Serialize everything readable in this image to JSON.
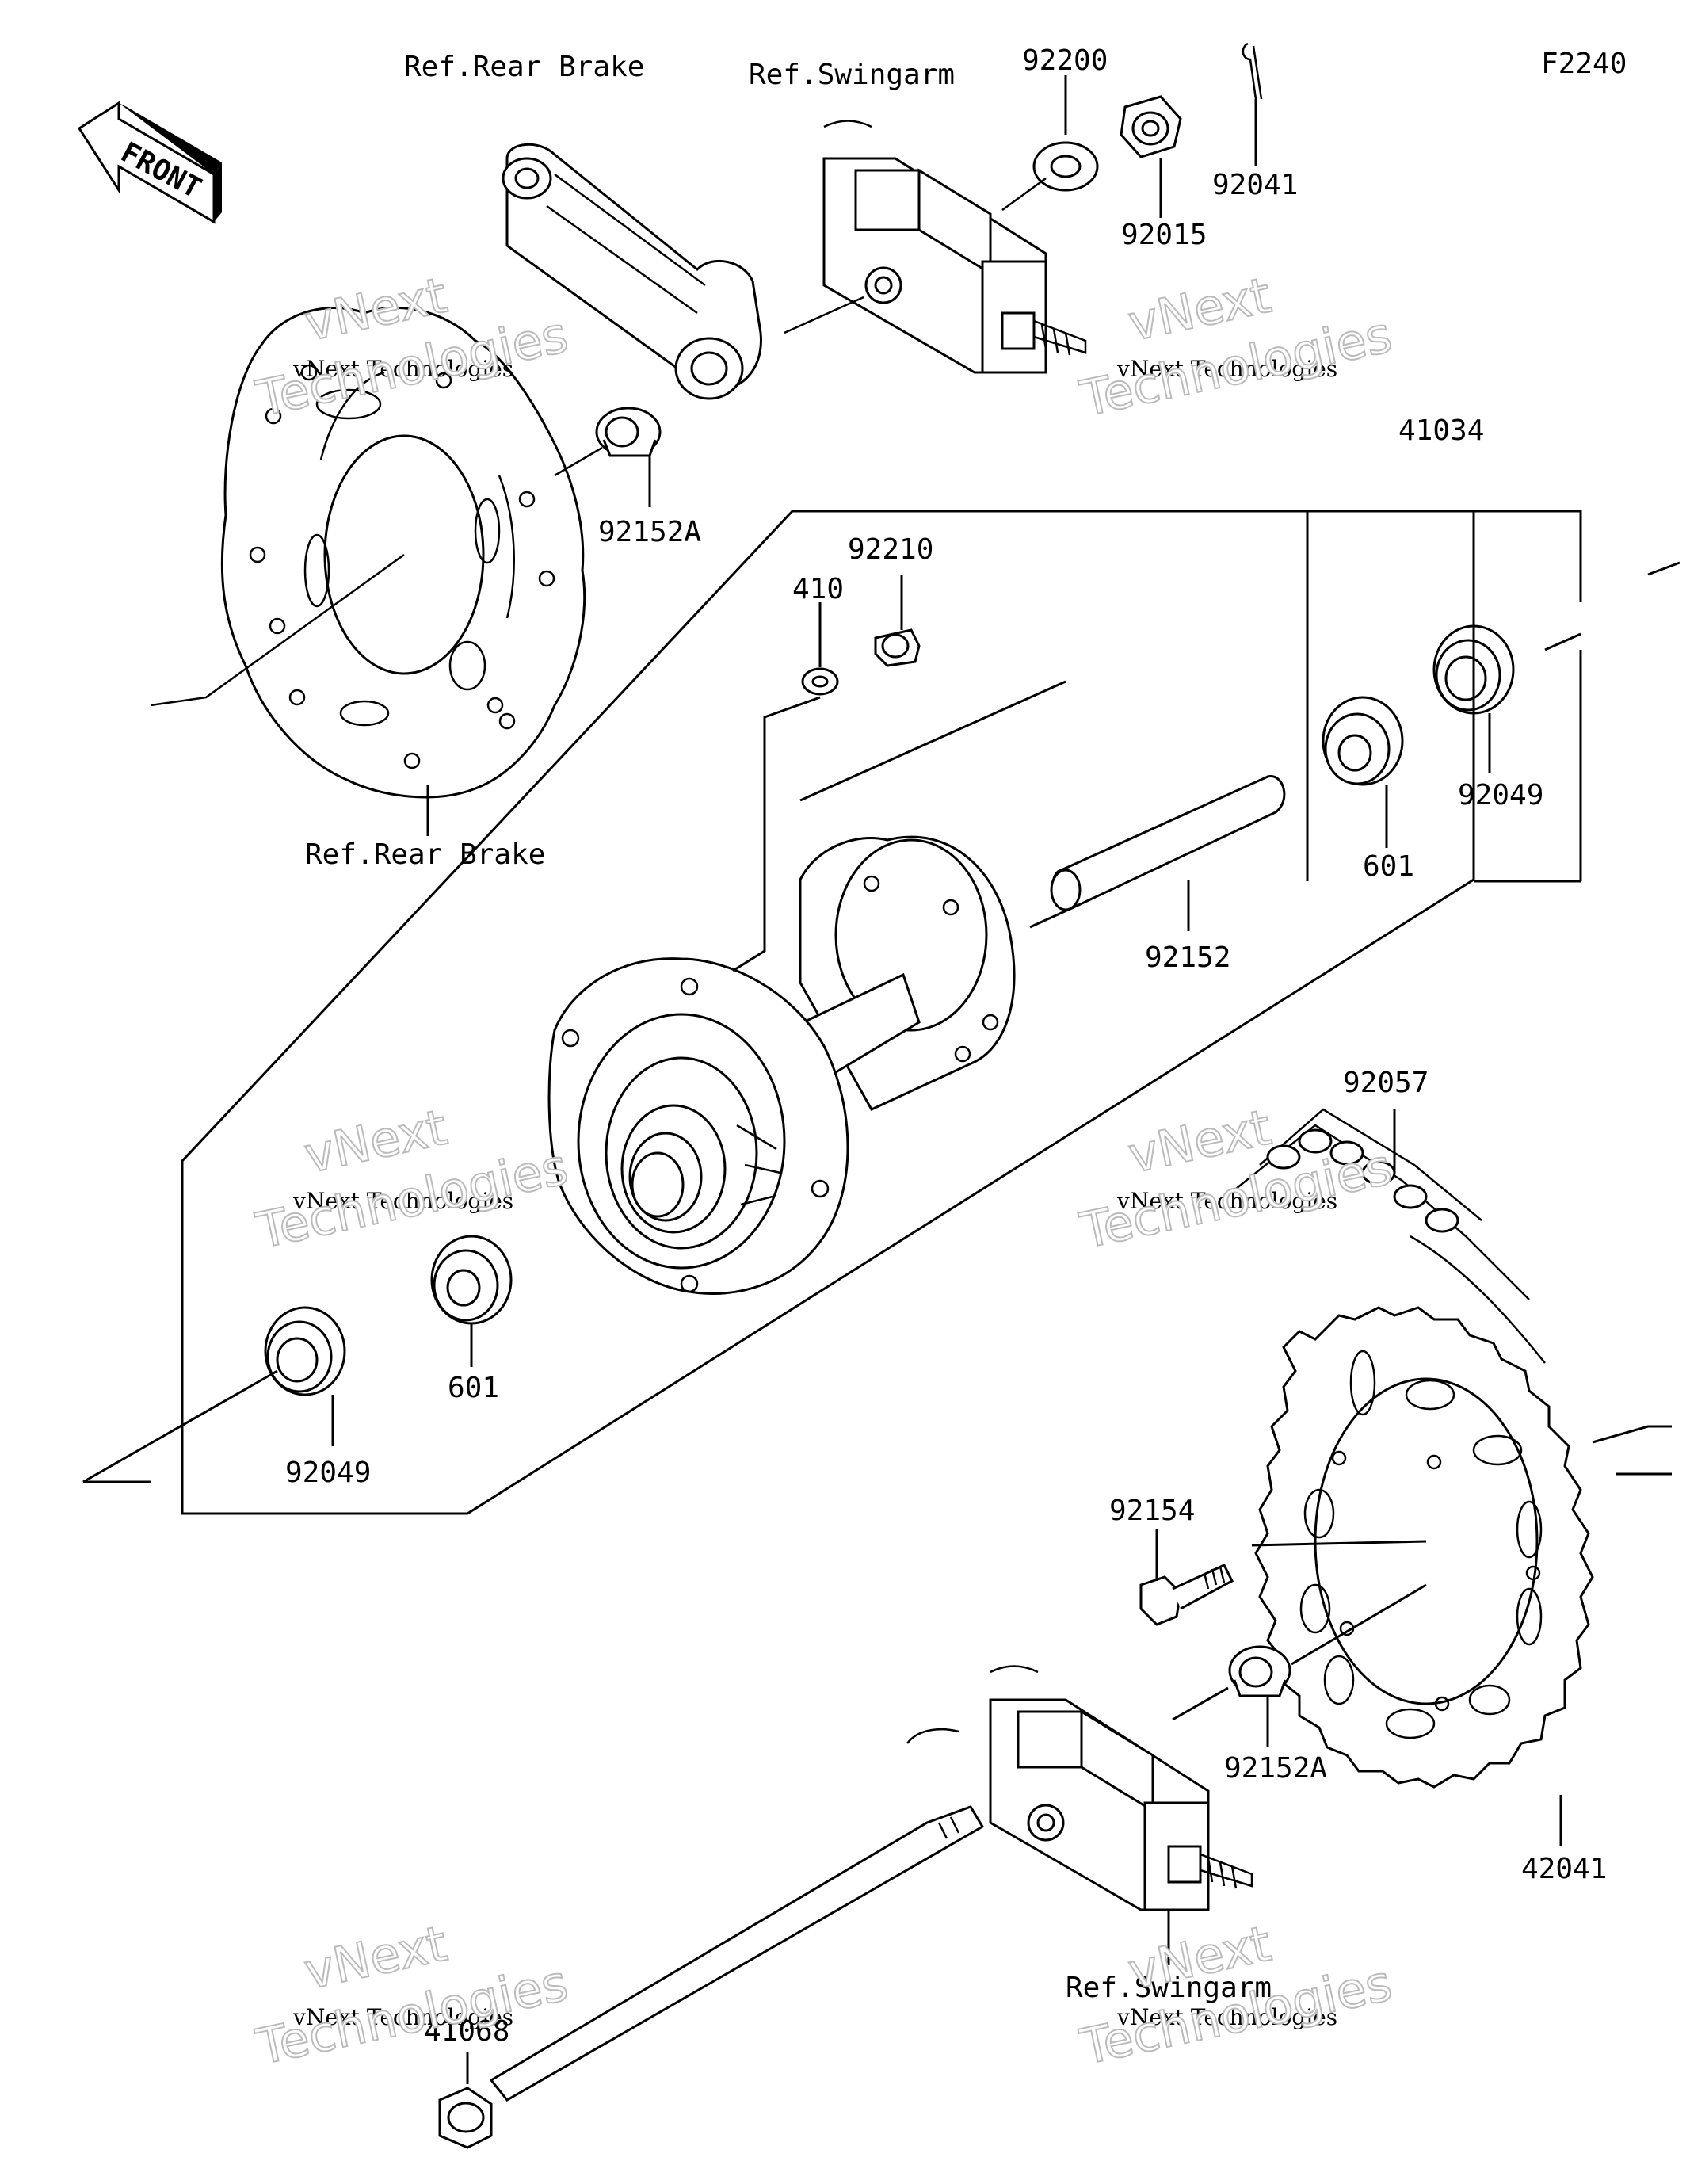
{
  "figure_code": "F2240",
  "front_label": "FRONT",
  "watermark": {
    "line1": "vNext Technologies",
    "line2a": "vNext",
    "line2b": "Technologies"
  },
  "labels": {
    "ref_rear_brake_top": "Ref.Rear Brake",
    "ref_swingarm_top": "Ref.Swingarm",
    "p92200": "92200",
    "p92015": "92015",
    "p92041": "92041",
    "p92152A_top": "92152A",
    "ref_rear_brake_disc": "Ref.Rear Brake",
    "p41034": "41034",
    "p92210": "92210",
    "p410": "410",
    "p601_right": "601",
    "p92049_right": "92049",
    "p92152": "92152",
    "p92057": "92057",
    "p601_left": "601",
    "p92049_left": "92049",
    "p92154": "92154",
    "p92152A_bottom": "92152A",
    "p42041": "42041",
    "ref_swingarm_bottom": "Ref.Swingarm",
    "p41068": "41068"
  },
  "colors": {
    "line": "#000000",
    "background": "#ffffff",
    "watermark": "#bbbbbb"
  }
}
